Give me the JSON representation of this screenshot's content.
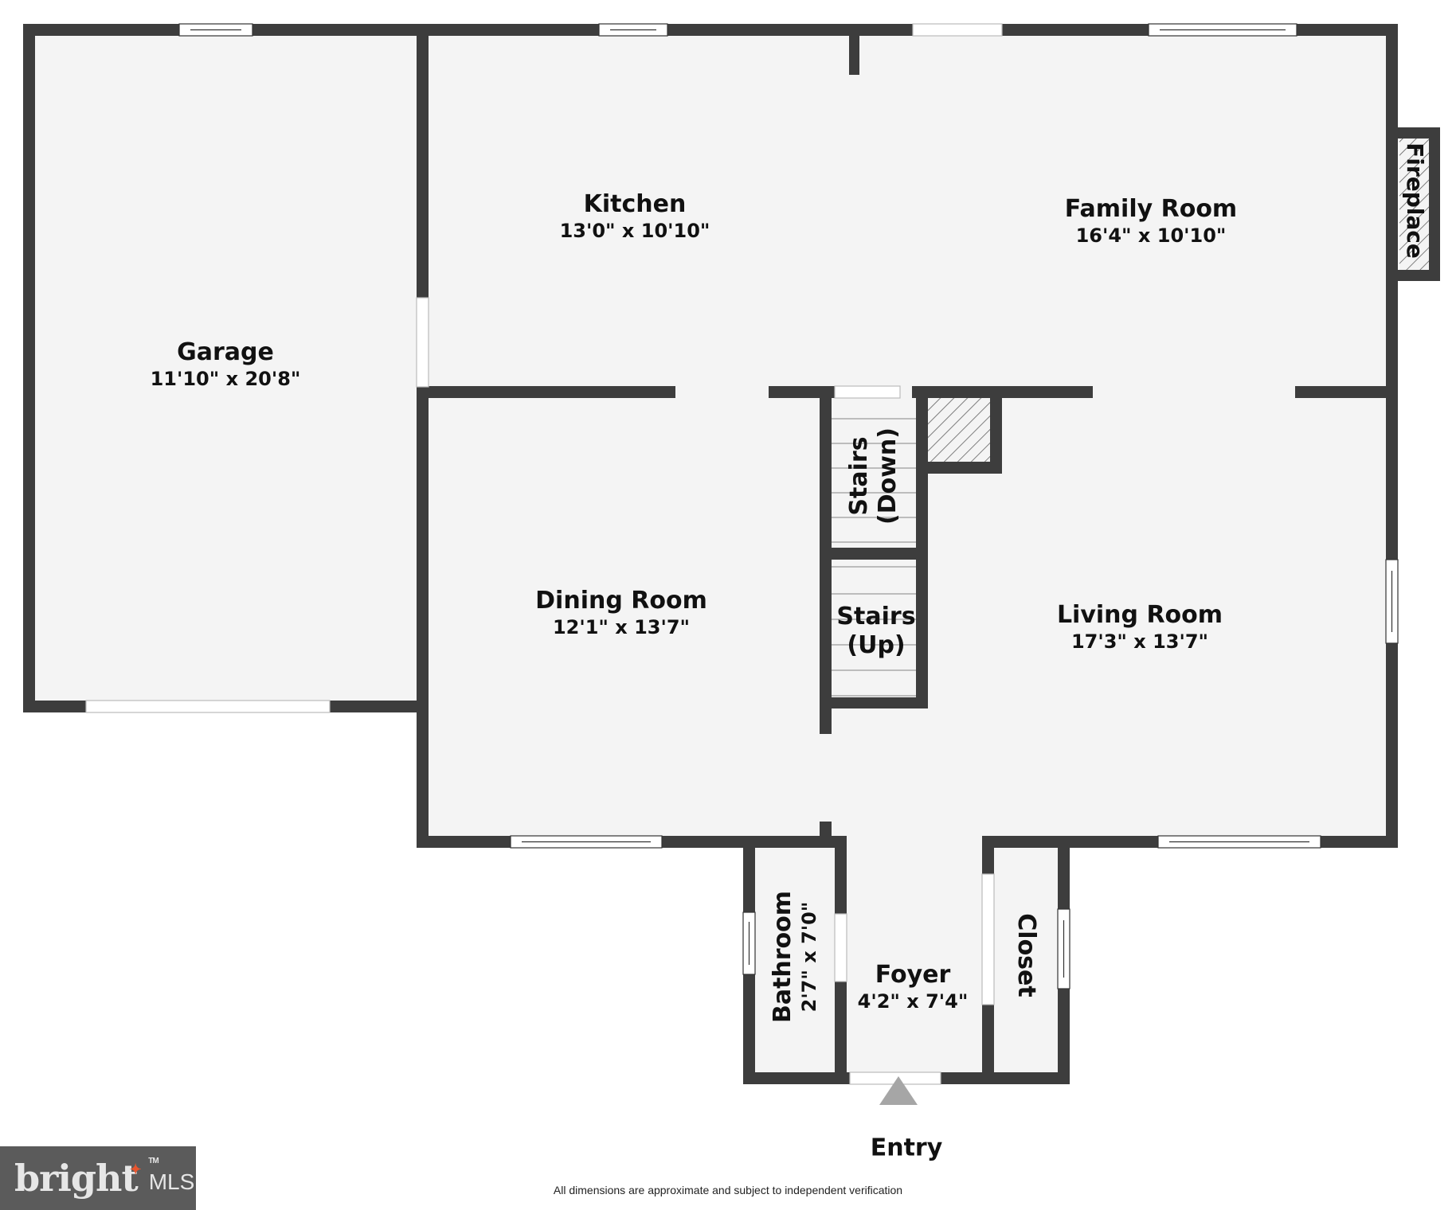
{
  "colors": {
    "wall": "#3d3d3d",
    "floor": "#f4f4f4",
    "background": "#ffffff",
    "opening": "#ffffff",
    "entry_arrow": "#a6a6a6",
    "logo_bg": "#5b5b5b",
    "logo_accent": "#e8552e"
  },
  "rooms": [
    {
      "id": "garage",
      "name": "Garage",
      "dimensions": "11'10\" x 20'8\""
    },
    {
      "id": "kitchen",
      "name": "Kitchen",
      "dimensions": "13'0\" x 10'10\""
    },
    {
      "id": "family-room",
      "name": "Family Room",
      "dimensions": "16'4\" x 10'10\""
    },
    {
      "id": "dining-room",
      "name": "Dining Room",
      "dimensions": "12'1\" x 13'7\""
    },
    {
      "id": "living-room",
      "name": "Living Room",
      "dimensions": "17'3\" x 13'7\""
    },
    {
      "id": "foyer",
      "name": "Foyer",
      "dimensions": "4'2\" x 7'4\""
    },
    {
      "id": "bathroom",
      "name": "Bathroom",
      "dimensions": "2'7\" x 7'0\""
    },
    {
      "id": "closet",
      "name": "Closet",
      "dimensions": ""
    }
  ],
  "features": {
    "fireplace": "Fireplace",
    "stairs_down_line1": "Stairs",
    "stairs_down_line2": "(Down)",
    "stairs_up_line1": "Stairs",
    "stairs_up_line2": "(Up)"
  },
  "entry": {
    "label": "Entry",
    "icon": "triangle-up-arrow"
  },
  "footer": {
    "disclaimer": "All dimensions are approximate and subject to independent verification"
  },
  "logo": {
    "word": "bright",
    "suffix": "MLS",
    "trademark": "TM"
  }
}
